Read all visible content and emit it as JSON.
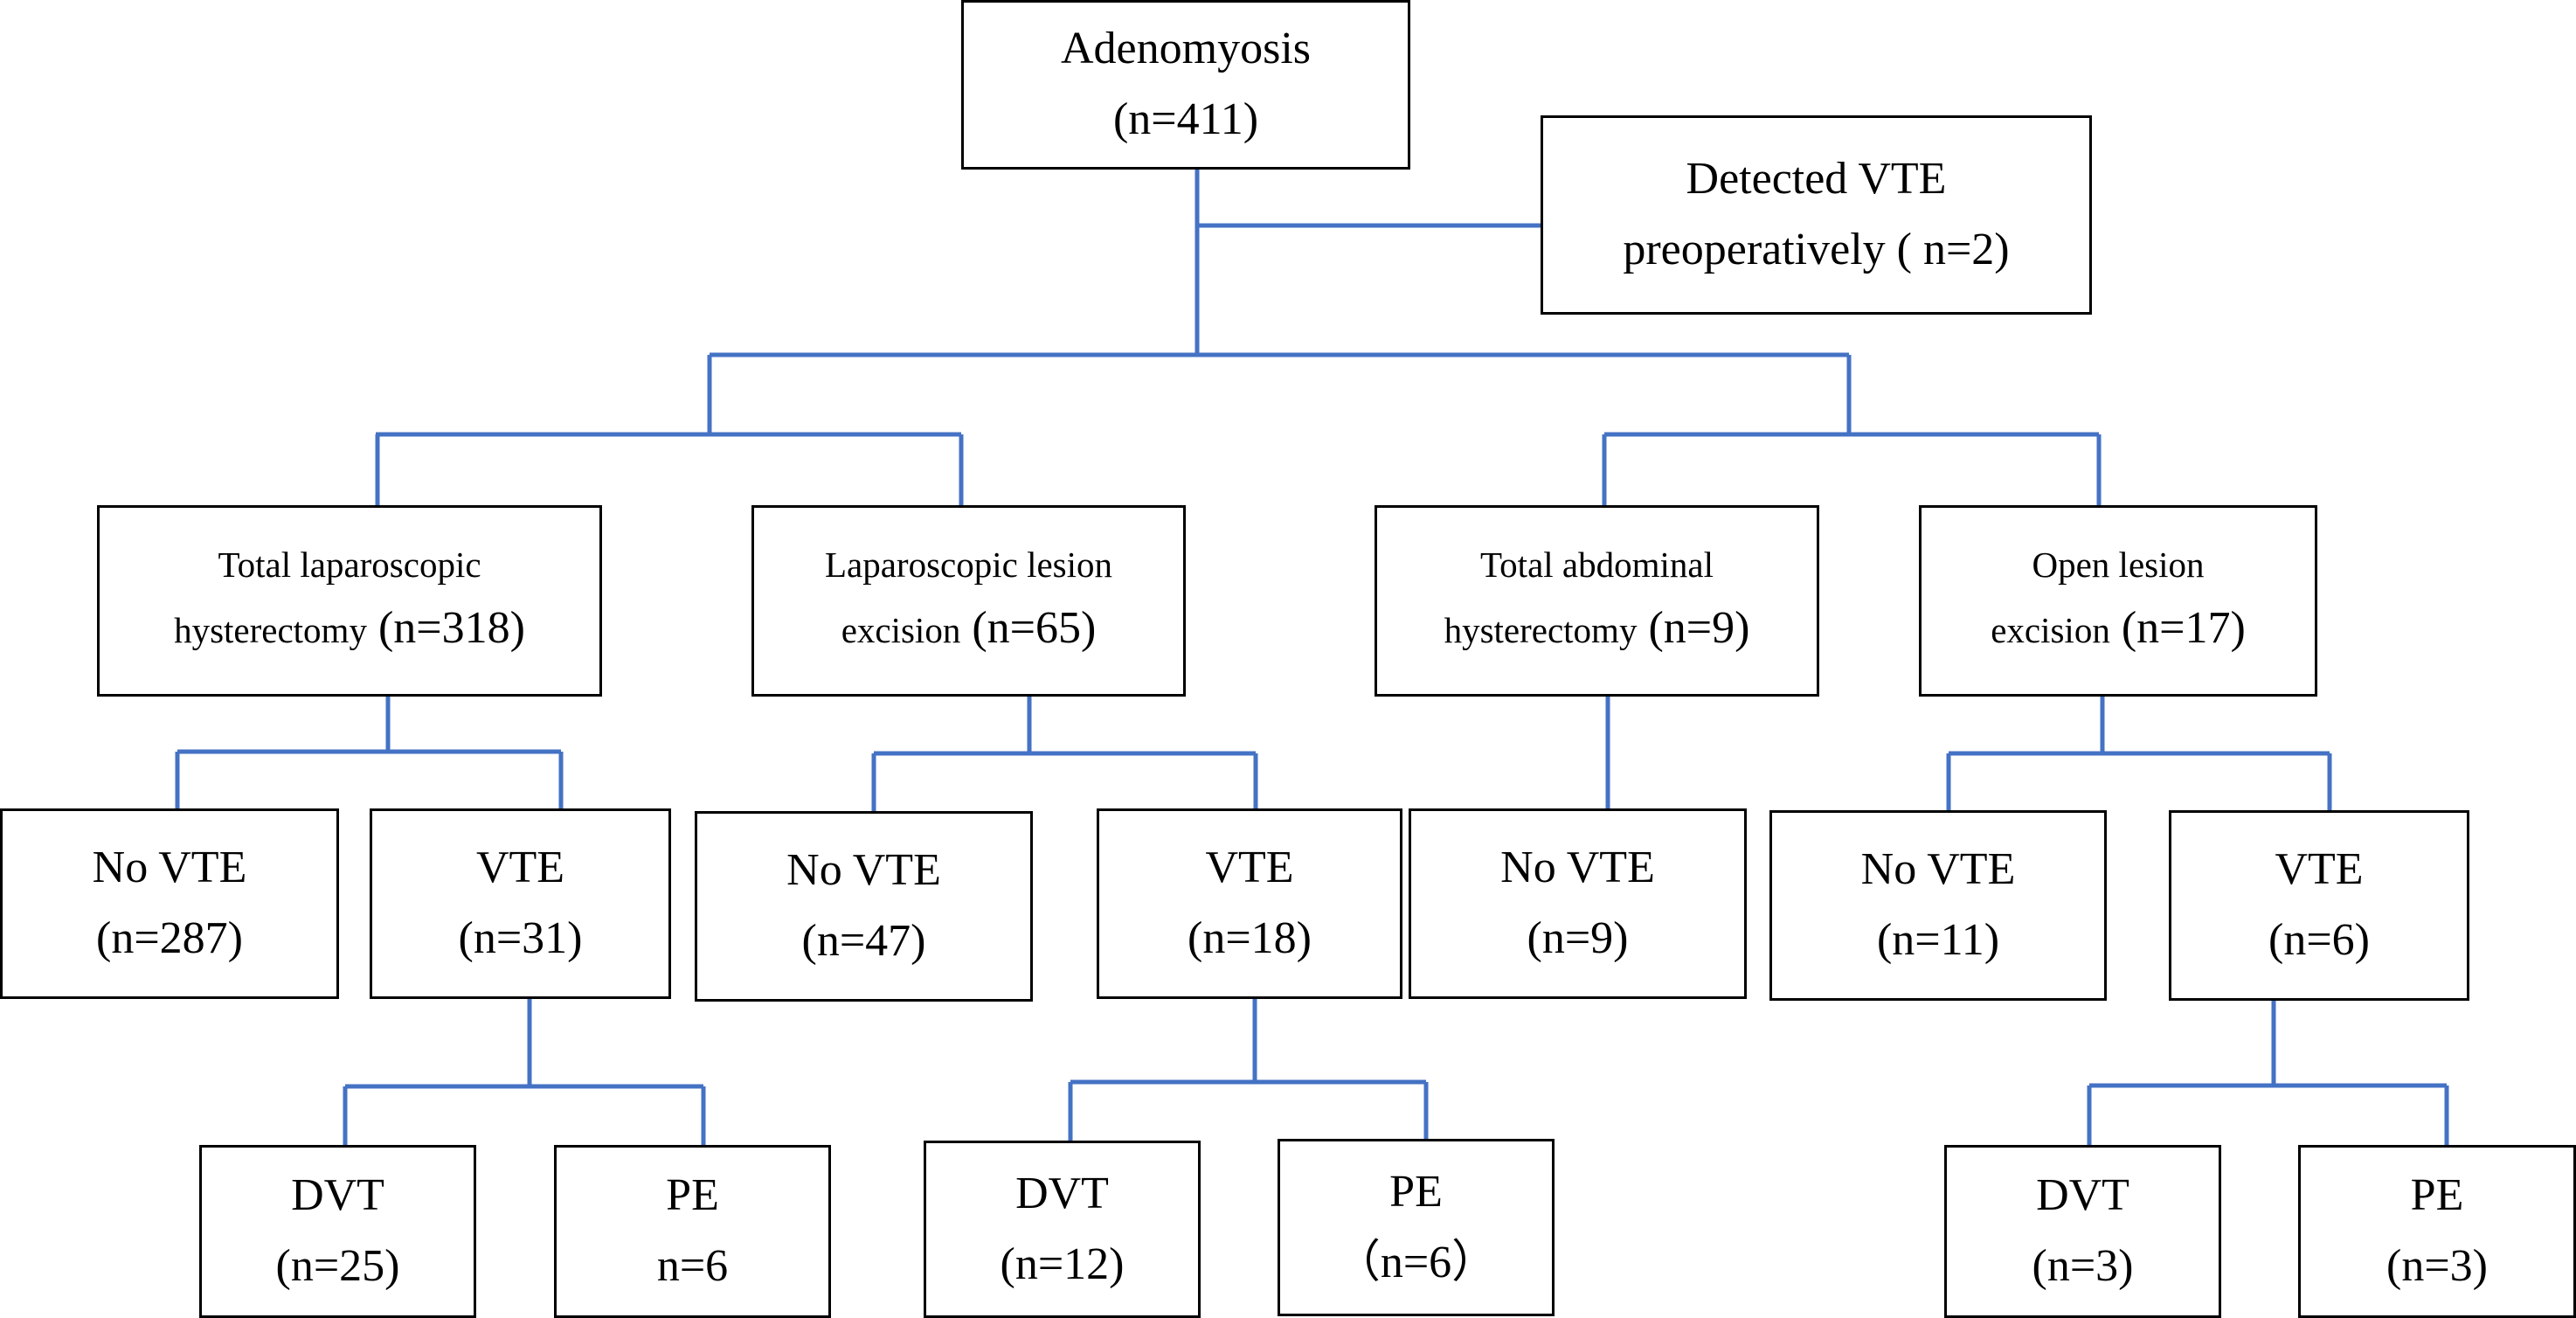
{
  "nodes": {
    "root": {
      "line1": "Adenomyosis",
      "line2": "(n=411)"
    },
    "pre_vte": {
      "line1": "Detected VTE",
      "line2": "preoperatively ( n=2)"
    },
    "tlh": {
      "line1": "Total laparoscopic",
      "line2a": "hysterectomy",
      "line2b": " (n=318)"
    },
    "lle": {
      "line1": "Laparoscopic lesion",
      "line2a": "excision",
      "line2b": " (n=65)"
    },
    "tah": {
      "line1": "Total abdominal",
      "line2a": "hysterectomy",
      "line2b": " (n=9)"
    },
    "ole": {
      "line1": "Open lesion",
      "line2a": "excision",
      "line2b": " (n=17)"
    },
    "tlh_novte": {
      "line1": "No VTE",
      "line2": "(n=287)"
    },
    "tlh_vte": {
      "line1": "VTE",
      "line2": "(n=31)"
    },
    "lle_novte": {
      "line1": "No VTE",
      "line2": "(n=47)"
    },
    "lle_vte": {
      "line1": "VTE",
      "line2": "(n=18)"
    },
    "tah_novte": {
      "line1": "No VTE",
      "line2": "(n=9)"
    },
    "ole_novte": {
      "line1": "No VTE",
      "line2": "(n=11)"
    },
    "ole_vte": {
      "line1": "VTE",
      "line2": "(n=6)"
    },
    "tlh_dvt": {
      "line1": "DVT",
      "line2": "(n=25)"
    },
    "tlh_pe": {
      "line1": "PE",
      "line2": "n=6"
    },
    "lle_dvt": {
      "line1": "DVT",
      "line2": "(n=12)"
    },
    "lle_pe": {
      "line1": "PE",
      "line2": "（n=6）"
    },
    "ole_dvt": {
      "line1": "DVT",
      "line2": "(n=3)"
    },
    "ole_pe": {
      "line1": "PE",
      "line2": "(n=3)"
    }
  },
  "colors": {
    "connector": "#4472C4",
    "border": "#000000",
    "text": "#000000"
  }
}
